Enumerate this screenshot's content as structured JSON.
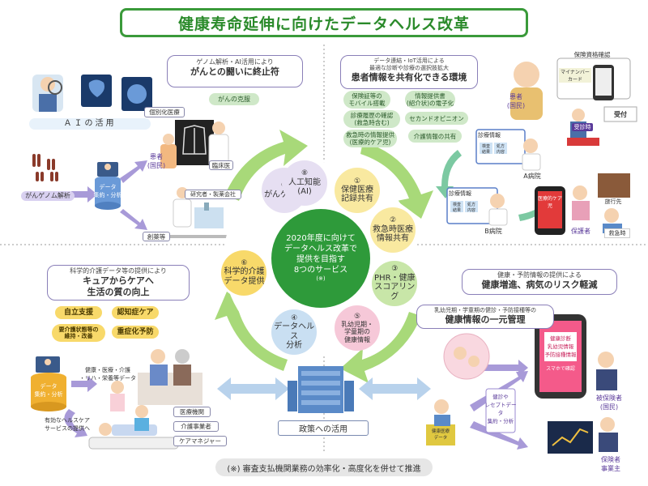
{
  "title": "健康寿命延伸に向けたデータヘルス改革",
  "q1": {
    "callout_small": "ゲノム解析・AI活用により",
    "callout_big": "がんとの闘いに終止符",
    "sub_label": "がんの克服",
    "ai_label": "ＡＩの活用",
    "personal_medicine": "個別化医療",
    "patient": "患者\n(国民)",
    "clinical": "臨床医",
    "genome_analysis": "がんゲノム解析",
    "data_box": "データ\n集約・分析",
    "research": "研究者・製薬会社",
    "drug_discovery": "創薬等"
  },
  "q2": {
    "callout_small": "データ連結・IoT活用による\n最適な診断や診療の選択肢拡大",
    "callout_big": "患者情報を共有化できる環境",
    "pills": [
      "保険証等の\nモバイル搭載",
      "情報提供書\n(紹介状)の電子化",
      "診療履歴の確認\n(救急時含む)",
      "セカンドオピニオン",
      "救急時の情報提供\n(医療的ケア児)",
      "介護情報の共有"
    ],
    "insurance_check": "保険資格確認",
    "my_number": "マイナンバーカード",
    "patient": "患者\n(国民)",
    "reception": "受診時",
    "uketsuke": "受付",
    "medical_info": "診療情報",
    "kensa": "検査\n結果",
    "shoho": "処方\n内容",
    "a_hospital": "A病院",
    "b_hospital": "B病院",
    "travel": "旅行先",
    "caregiver": "保護者",
    "emergency": "救急時",
    "phone_text": "医療的ケア児"
  },
  "q3": {
    "callout_small": "科学的介護データ等の提供により",
    "callout_big": "キュアからケアへ\n生活の質の向上",
    "pills": [
      "自立支援",
      "認知症ケア",
      "要介護状態等の\n維持・改善",
      "重症化予防"
    ],
    "data_box": "データ\n集約・分析",
    "service": "有効なヘルスケア\nサービスの提供へ",
    "data_types": "健康・医療・介護\n・リハ・栄養等データ",
    "roles": [
      "医療機関",
      "介護事業者",
      "ケアマネジャー"
    ]
  },
  "q4": {
    "callout_small": "健康・予防情報の提供による",
    "callout_big": "健康増進、病気のリスク軽減",
    "sub_small": "乳幼児期・学童期の健診・予防接種等の",
    "sub_big": "健康情報の一元管理",
    "phone_text": "健康診断\n乳幼児情報\n予防接種情報",
    "phone_sub": "スマホで確認",
    "insured": "被保険者\n(国民)",
    "checkup": "健診や\nレセプトデータ\n集約・分析",
    "book": "健康医療\nデータ",
    "insurer": "保険者\n事業主"
  },
  "center": {
    "line1": "2020年度に向けて",
    "line2": "データヘルス改革で",
    "line3": "提供を目指す",
    "line4": "8つのサービス",
    "note": "(※)"
  },
  "services": [
    {
      "num": "①",
      "text": "保健医療\n記録共有",
      "color": "#f9e9a0"
    },
    {
      "num": "②",
      "text": "救急時医療\n情報共有",
      "color": "#f9e9a0"
    },
    {
      "num": "③",
      "text": "PHR・健康\nスコアリング",
      "color": "#c8e6a8"
    },
    {
      "num": "④",
      "text": "データヘルス\n分析",
      "color": "#c9dff2"
    },
    {
      "num": "⑤",
      "text": "乳幼児期・\n学童期の\n健康情報",
      "color": "#f6c8d8"
    },
    {
      "num": "⑥",
      "text": "科学的介護\nデータ提供",
      "color": "#f8d96a"
    },
    {
      "num": "⑦",
      "text": "がんゲノム",
      "color": "#e6dff2"
    },
    {
      "num": "⑧",
      "text": "人工知能\n(AI)",
      "color": "#e6dff2"
    }
  ],
  "policy": "政策への活用",
  "footer": "(※) 審査支払機関業務の効率化・高度化を併せて推進",
  "colors": {
    "green": "#2e9a3a",
    "lightgreen": "#9ed56a",
    "blue": "#a9c8e8",
    "purple": "#9a8ad0"
  }
}
